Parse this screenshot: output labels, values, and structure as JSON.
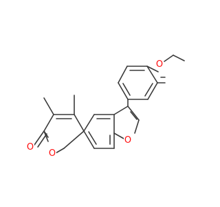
{
  "molecule": {
    "atoms": {
      "carbonyl_oxygen": "O",
      "ring_oxygen": "O",
      "furan_oxygen": "O",
      "methoxy_oxygen": "O"
    },
    "colors": {
      "bond": "#3a3a3a",
      "oxygen": "#ff0d0d",
      "background": "#ffffff"
    }
  }
}
